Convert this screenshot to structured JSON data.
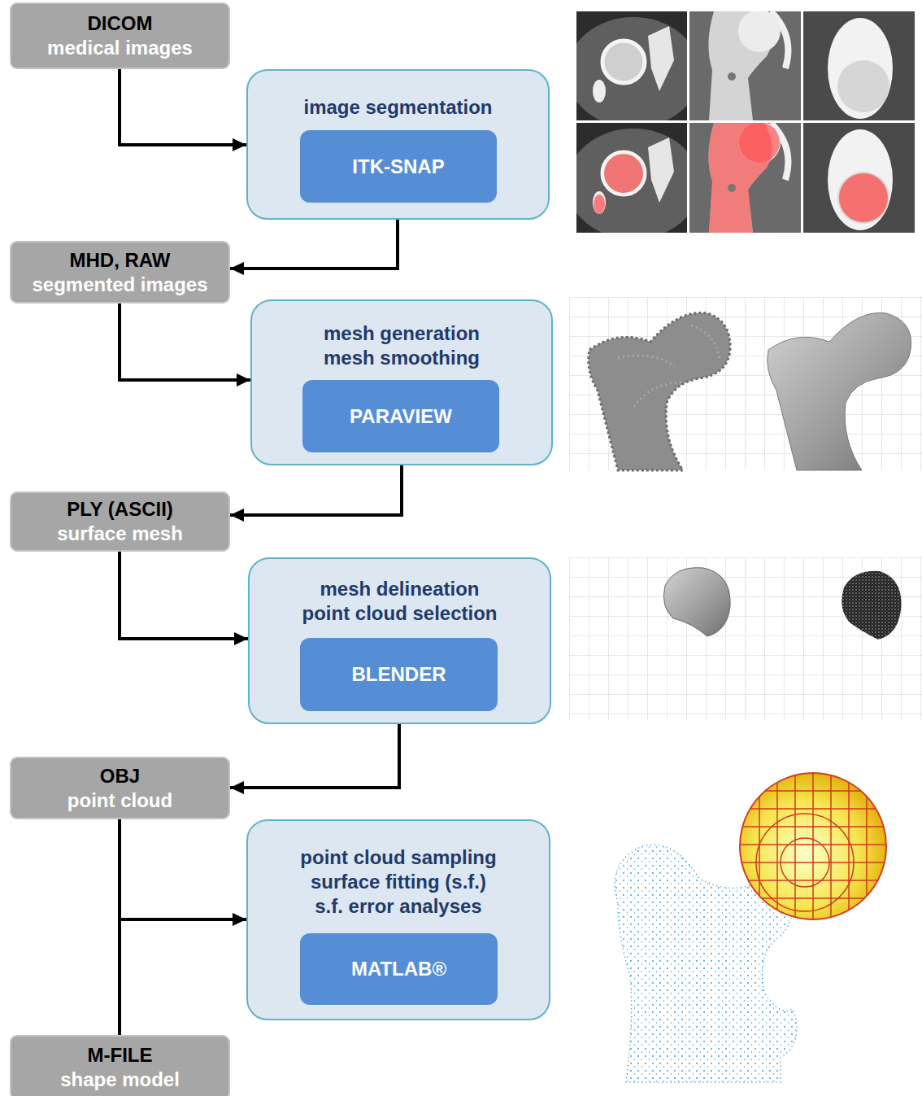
{
  "diagram": {
    "nodes": [
      {
        "text": [
          "DICOM",
          "medical images"
        ]
      },
      {
        "text": [
          "image segmentation"
        ]
      },
      {
        "text": [
          "ITK-SNAP"
        ],
        "in": 1
      },
      {
        "text": [
          "MHD, RAW",
          "segmented images"
        ]
      },
      {
        "text": [
          "mesh generation mesh smoothing"
        ]
      },
      {
        "text": [
          "PARAVIEW"
        ],
        "in": 4
      },
      {
        "text": [
          "PLY (ASCII)",
          "surface mesh"
        ]
      },
      {
        "text": [
          "mesh delineation point cloud selection"
        ]
      },
      {
        "text": [
          "BLENDER"
        ],
        "in": 7
      },
      {
        "text": [
          "OBJ",
          "point cloud"
        ]
      },
      {
        "text": [
          "point cloud sampling surface fitting (s.f.) s.f. error analyses"
        ]
      },
      {
        "text": [
          "MATLAB®"
        ],
        "in": 10
      },
      {
        "text": [
          "M-FILE",
          "shape model"
        ]
      }
    ],
    "edges": [
      {
        "from": 0,
        "to": 1,
        "arrow": "to"
      },
      {
        "from": 1,
        "to": 3,
        "arrow": "to"
      },
      {
        "from": 3,
        "to": 4,
        "arrow": "to"
      },
      {
        "from": 4,
        "to": 6,
        "arrow": "to"
      },
      {
        "from": 6,
        "to": 7,
        "arrow": "to"
      },
      {
        "from": 7,
        "to": 9,
        "arrow": "to"
      },
      {
        "from": 9,
        "to": 10,
        "arrow": "to"
      },
      {
        "from": 9,
        "to": 12,
        "arrow": "none"
      }
    ]
  }
}
